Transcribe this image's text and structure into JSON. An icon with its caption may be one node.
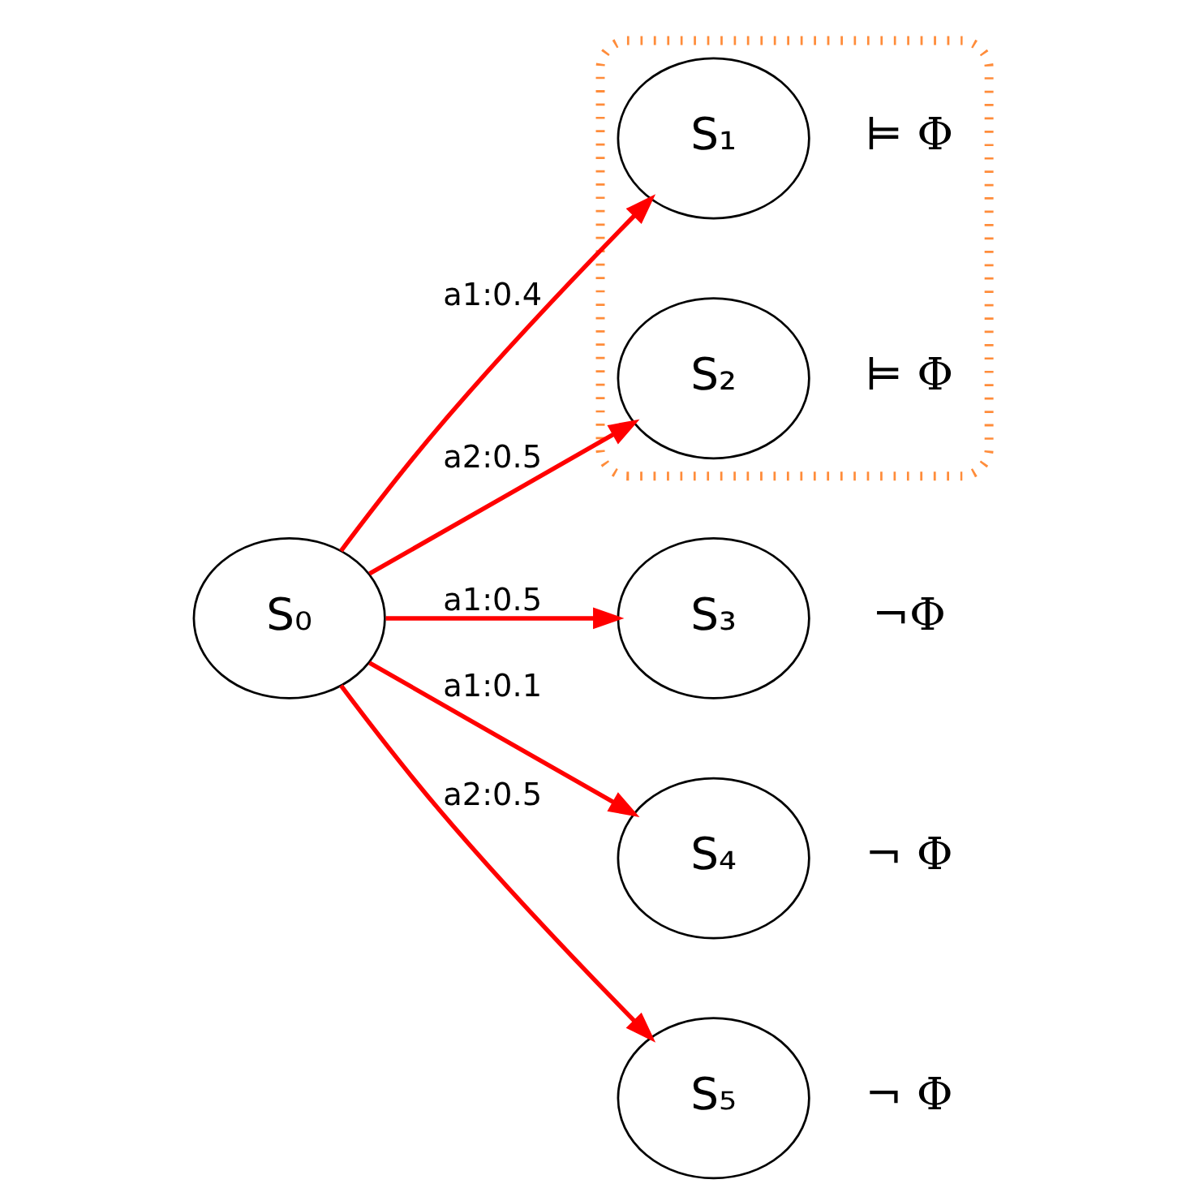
{
  "diagram": {
    "nodes": [
      {
        "text": [
          "S₀"
        ]
      },
      {
        "text": [],
        "shape": "box"
      },
      {
        "text": [
          "S₁"
        ],
        "in": 1,
        "beside": [
          "⊨ Φ"
        ]
      },
      {
        "text": [
          "S₂"
        ],
        "in": 1,
        "beside": [
          "⊨ Φ"
        ]
      },
      {
        "text": [
          "S₃"
        ],
        "beside": [
          "¬Φ"
        ]
      },
      {
        "text": [
          "S₄"
        ],
        "beside": [
          "¬ Φ"
        ]
      },
      {
        "text": [
          "S₅"
        ],
        "beside": [
          "¬ Φ"
        ]
      }
    ],
    "edges": [
      {
        "from": 0,
        "to": 2,
        "arrow": "to",
        "label": "a1:0.4"
      },
      {
        "from": 0,
        "to": 3,
        "arrow": "to",
        "label": "a2:0.5"
      },
      {
        "from": 0,
        "to": 4,
        "arrow": "to",
        "label": "a1:0.5"
      },
      {
        "from": 0,
        "to": 5,
        "arrow": "to",
        "label": "a1:0.1"
      },
      {
        "from": 0,
        "to": 6,
        "arrow": "to",
        "label": "a2:0.5"
      }
    ]
  }
}
